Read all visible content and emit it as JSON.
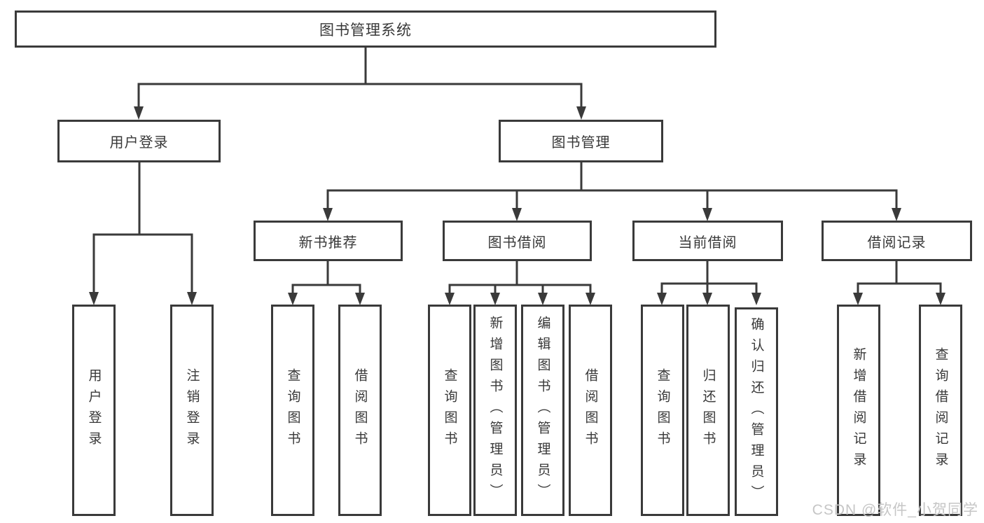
{
  "diagram": {
    "root": {
      "label": "图书管理系统"
    },
    "level2": [
      {
        "label": "用户登录"
      },
      {
        "label": "图书管理"
      }
    ],
    "level3": [
      {
        "label": "新书推荐"
      },
      {
        "label": "图书借阅"
      },
      {
        "label": "当前借阅"
      },
      {
        "label": "借阅记录"
      }
    ],
    "leaves": {
      "user_login": [
        "用户登录",
        "注销登录"
      ],
      "new_book": [
        "查询图书",
        "借阅图书"
      ],
      "book_borrow": [
        "查询图书",
        "新增图书（管理员）",
        "编辑图书（管理员）",
        "借阅图书"
      ],
      "current_borrow": [
        "查询图书",
        "归还图书",
        "确认归还（管理员）"
      ],
      "borrow_record": [
        "新增借阅记录",
        "查询借阅记录"
      ]
    }
  },
  "watermark": {
    "text": "CSDN @软件_小贺同学"
  },
  "colors": {
    "line": "#3a3a3a",
    "box_border": "#3a3a3a",
    "text": "#383838",
    "watermark": "#c6c6c6",
    "background": "#ffffff"
  }
}
